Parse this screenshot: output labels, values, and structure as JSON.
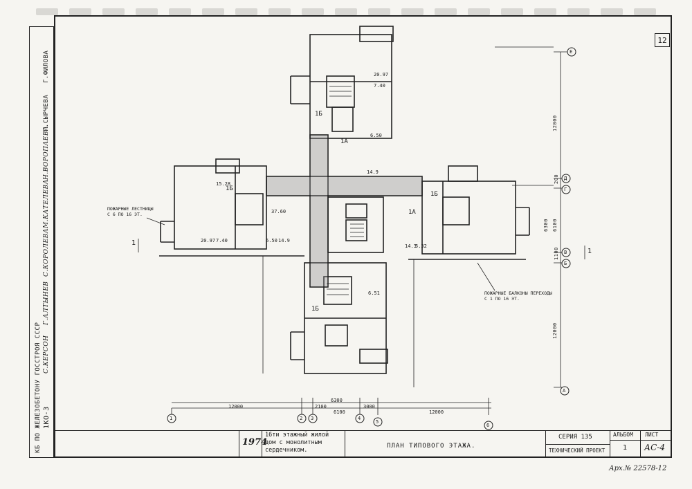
{
  "sheet_number": "12",
  "left_strip": {
    "main": "КБ ПО ЖЕЛЕЗОБЕТОНУ ГОССТРОЯ СССР",
    "code": "1КО-3",
    "roles": [
      "С.КЕРСОН",
      "Г.АЛТЫНЕВ",
      "С.КОРОЛЕВА",
      "М.КАТЕЛЕВА",
      "Н.ВОРОПАЕВА"
    ],
    "signatures_right": [
      "Г.СЫРЧЕВА",
      "Г.ФИЛОВА"
    ]
  },
  "title_block": {
    "year": "1974",
    "building": "16ти этажный жилой дом с монолитным сердечником.",
    "sheet_title": "ПЛАН ТИПОВОГО ЭТАЖА.",
    "series_label": "СЕРИЯ 135",
    "stage": "ТЕХНИЧЕСКИЙ ПРОЕКТ",
    "album_label": "АЛЬБОМ",
    "album_value": "1",
    "sheet_label": "ЛИСТ",
    "sheet_value": "АС-4",
    "archive": "Арх.№ 22578-12"
  },
  "annotations": {
    "fire_stairs": "ПОЖАРНЫЕ ЛЕСТНИЦЫ С 6 ПО 16 ЭТ.",
    "fire_balconies": "ПОЖАРНЫЕ БАЛКОНЫ ПЕРЕХОДЫ С 1 ПО 16 ЭТ.",
    "section_mark": "1",
    "apt_types": [
      "1Б",
      "1А",
      "1Б",
      "1А",
      "1Б",
      "1Б"
    ]
  },
  "axes": {
    "bottom": [
      "1",
      "2",
      "3",
      "4",
      "5",
      "6"
    ],
    "right": [
      "Е",
      "Д",
      "Г",
      "В",
      "Б",
      "А"
    ]
  },
  "dimensions": {
    "bottom_row1": [
      "12000",
      "6300",
      "12000"
    ],
    "bottom_row2": [
      "2100",
      "6100",
      "3000"
    ],
    "right": [
      "12000",
      "6300",
      "6100",
      "12000",
      "200",
      "1100"
    ],
    "areas": [
      "20.97",
      "7.40",
      "6.50",
      "14.9",
      "20.97",
      "7.40",
      "6.50",
      "14.9",
      "15.28",
      "37.60",
      "14.3",
      "5.32",
      "6.51"
    ]
  }
}
